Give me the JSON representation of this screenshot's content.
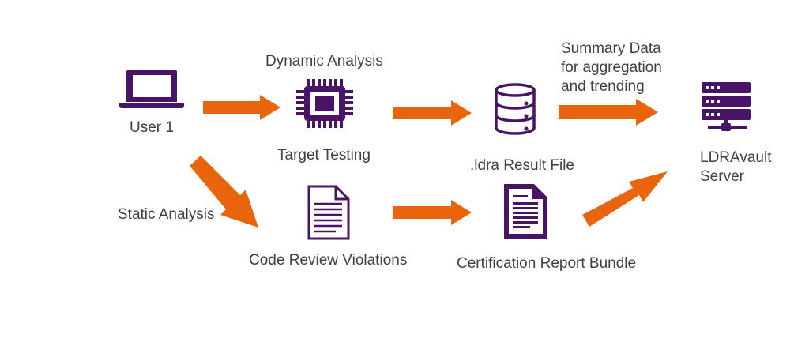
{
  "diagram": {
    "colors": {
      "arrow": "#E8650E",
      "icon": "#4A1466",
      "text": "#404040",
      "background": "#FFFFFF"
    },
    "nodes": [
      {
        "id": "user",
        "icon": "laptop-icon",
        "label": "User 1"
      },
      {
        "id": "target",
        "icon": "chip-icon",
        "label": "Target Testing"
      },
      {
        "id": "result",
        "icon": "database-icon",
        "label": ".ldra Result File"
      },
      {
        "id": "server",
        "icon": "server-icon",
        "label": "LDRAvault\nServer"
      },
      {
        "id": "code",
        "icon": "document-icon",
        "label": "Code Review Violations"
      },
      {
        "id": "cert",
        "icon": "report-document-icon",
        "label": "Certification Report Bundle"
      }
    ],
    "edge_labels": {
      "dynamic": "Dynamic Analysis",
      "static": "Static Analysis",
      "summary": "Summary Data\nfor aggregation\nand trending"
    },
    "edges": [
      {
        "from": "user",
        "to": "target"
      },
      {
        "from": "target",
        "to": "result"
      },
      {
        "from": "result",
        "to": "server"
      },
      {
        "from": "user",
        "to": "code"
      },
      {
        "from": "code",
        "to": "cert"
      },
      {
        "from": "cert",
        "to": "server"
      }
    ]
  }
}
